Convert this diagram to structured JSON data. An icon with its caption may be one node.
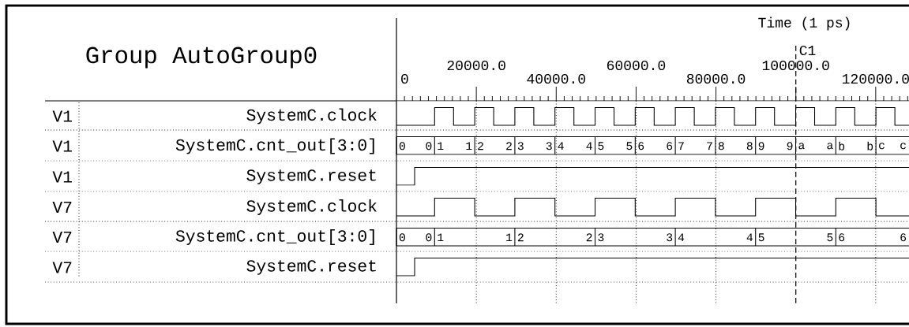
{
  "diagram": {
    "title": "Group AutoGroup0",
    "labels": [
      "Time (1 ps)",
      "C1",
      "0",
      "20000.0",
      "40000.0",
      "60000.0",
      "80000.0",
      "100000.0",
      "120000.0",
      "V1",
      "SystemC.clock",
      "V1",
      "SystemC.cnt_out[3:0]",
      "0",
      "0",
      "1",
      "1",
      "2",
      "2",
      "3",
      "3",
      "4",
      "4",
      "5",
      "5",
      "6",
      "6",
      "7",
      "7",
      "8",
      "8",
      "9",
      "9",
      "a",
      "a",
      "b",
      "b",
      "c",
      "c",
      "V1",
      "SystemC.reset",
      "V7",
      "SystemC.clock",
      "V7",
      "SystemC.cnt_out[3:0]",
      "0",
      "0",
      "1",
      "1",
      "2",
      "2",
      "3",
      "3",
      "4",
      "4",
      "5",
      "5",
      "6",
      "6",
      "V7",
      "SystemC.reset"
    ]
  }
}
